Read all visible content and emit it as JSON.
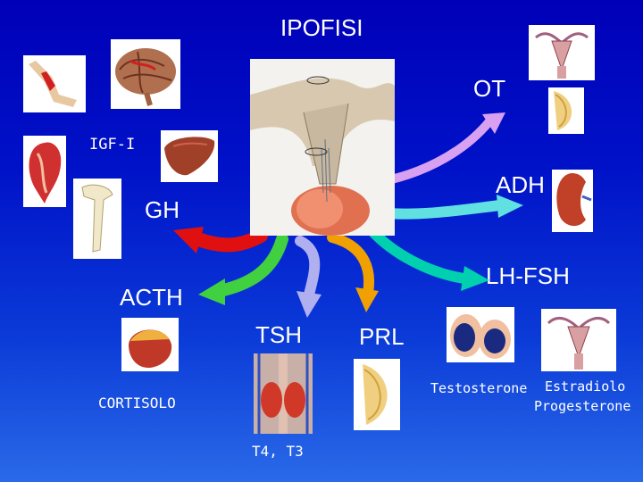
{
  "labels": {
    "ipofisi": "IPOFISI",
    "ot": "OT",
    "igf": "IGF-I",
    "adh": "ADH",
    "gh": "GH",
    "lhfsh": "LH-FSH",
    "acth": "ACTH",
    "tsh": "TSH",
    "prl": "PRL",
    "cortisolo": "CORTISOLO",
    "t4t3": "T4, T3",
    "testosterone": "Testosterone",
    "estradiolo": "Estradiolo",
    "progesterone": "Progesterone"
  },
  "colors": {
    "background": "#0000b8",
    "ot_arrow": "#d8a0f0",
    "adh_arrow": "#60e0e0",
    "gh_arrow": "#e01010",
    "acth_arrow": "#40d040",
    "tsh_arrow": "#b0b0f0",
    "prl_arrow": "#f0a000",
    "lhfsh_arrow": "#00d0b0"
  }
}
